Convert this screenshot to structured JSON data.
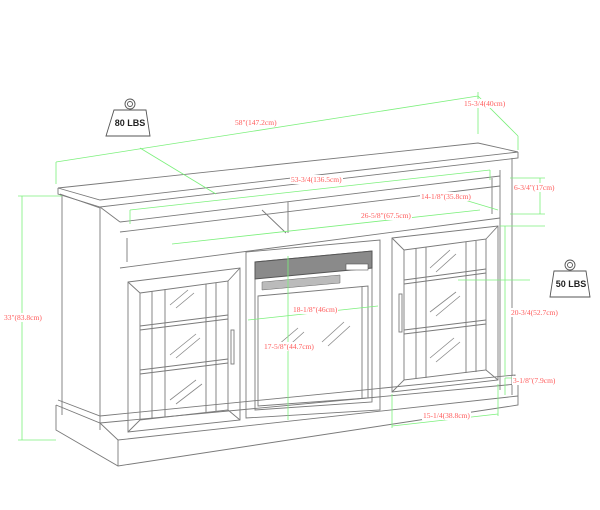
{
  "product": "Fireplace TV stand dimension diagram",
  "colors": {
    "outline": "#7a7a7a",
    "dimension_line": "#7CF07C",
    "dimension_text": "#ff5a5a",
    "fireplace_vent": "#555555"
  },
  "weights": {
    "top": {
      "label": "80 LBS",
      "icon": "weight-icon"
    },
    "shelf": {
      "label": "50 LBS",
      "icon": "weight-icon"
    }
  },
  "dimensions": {
    "overall_width": "58\"(147.2cm)",
    "overall_depth": "15-3/4(40cm)",
    "overall_height": "33\"(83.8cm)",
    "inner_top_width": "53-3/4(136.5cm)",
    "open_shelf_depth": "14-1/8\"(35.8cm)",
    "open_shelf_height": "6-3/4\"(17cm)",
    "open_shelf_width": "26-5/8\"(67.5cm)",
    "fireplace_width": "18-1/8\"(46cm)",
    "fireplace_height": "17-5/8\"(44.7cm)",
    "cabinet_height": "20-3/4(52.7cm)",
    "base_height": "3-1/8\"(7.9cm)",
    "cabinet_width": "15-1/4(38.8cm)"
  }
}
